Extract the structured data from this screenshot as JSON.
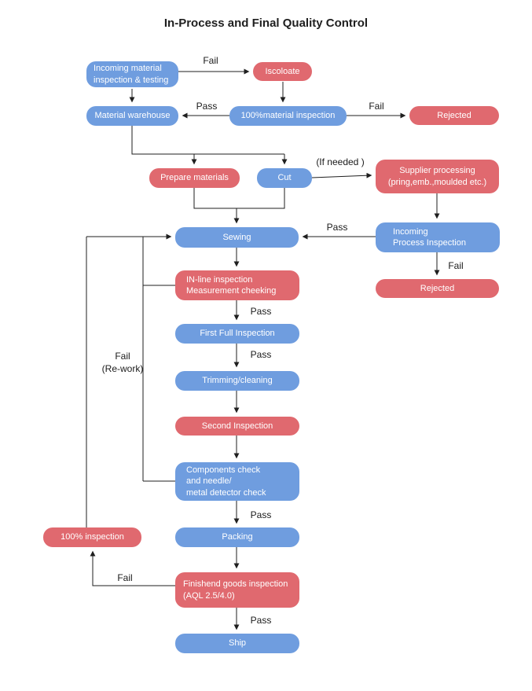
{
  "title": "In-Process and Final Quality Control",
  "colors": {
    "node_blue": "#6f9ddf",
    "node_red": "#e0696f",
    "connector": "#1f1f1f",
    "text_on_node": "#ffffff"
  },
  "nodes": [
    {
      "label": "Incoming material\ninspection & testing",
      "color": "#6f9ddf"
    },
    {
      "label": "Iscoloate",
      "color": "#e0696f"
    },
    {
      "label": "Material warehouse",
      "color": "#6f9ddf"
    },
    {
      "label": "100%material inspection",
      "color": "#6f9ddf"
    },
    {
      "label": "Rejected",
      "color": "#e0696f"
    },
    {
      "label": "Prepare materials",
      "color": "#e0696f"
    },
    {
      "label": "Cut",
      "color": "#6f9ddf"
    },
    {
      "label": "Supplier processing\n(pring,emb.,moulded etc.)",
      "color": "#e0696f"
    },
    {
      "label": "Sewing",
      "color": "#6f9ddf"
    },
    {
      "label": "Incoming\nProcess Inspection",
      "color": "#6f9ddf"
    },
    {
      "label": "Rejected",
      "color": "#e0696f"
    },
    {
      "label": "IN-line inspection\nMeasurement cheeking",
      "color": "#e0696f"
    },
    {
      "label": "First  Full Inspection",
      "color": "#6f9ddf"
    },
    {
      "label": "Trimming/cleaning",
      "color": "#6f9ddf"
    },
    {
      "label": "Second Inspection",
      "color": "#e0696f"
    },
    {
      "label": "Components check\nand needle/\nmetal detector check",
      "color": "#6f9ddf"
    },
    {
      "label": "100% inspection",
      "color": "#e0696f"
    },
    {
      "label": "Packing",
      "color": "#6f9ddf"
    },
    {
      "label": "Finishend goods inspection\n(AQL 2.5/4.0)",
      "color": "#e0696f"
    },
    {
      "label": "Ship",
      "color": "#6f9ddf"
    }
  ],
  "edge_labels": {
    "fail_to_isolate": "Fail",
    "pass_to_warehouse": "Pass",
    "fail_to_rejected": "Fail",
    "if_needed": "(If needed )",
    "pass_to_sewing": "Pass",
    "fail_to_rejected2": "Fail",
    "pass_inline": "Pass",
    "pass_first_full": "Pass",
    "fail_rework": "Fail\n(Re-work)",
    "pass_components": "Pass",
    "fail_finished": "Fail",
    "pass_finished": "Pass"
  }
}
